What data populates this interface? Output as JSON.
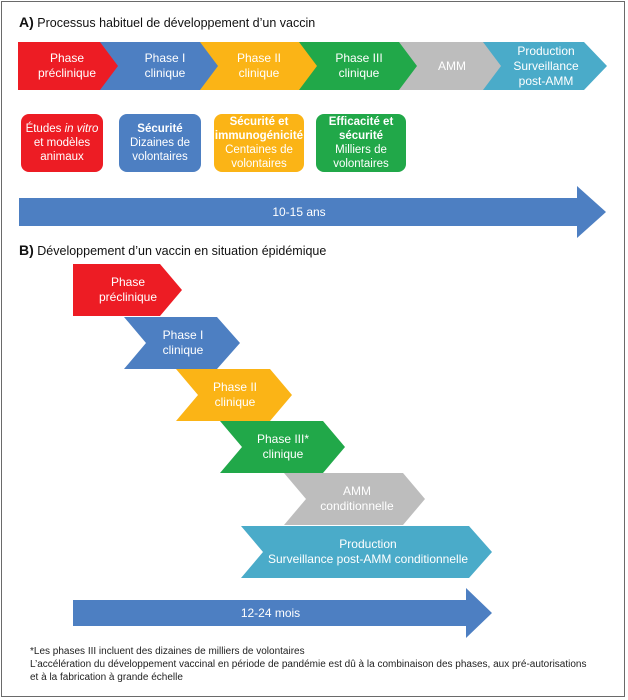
{
  "colors": {
    "red": "#ed1c24",
    "blue": "#4d7fc2",
    "yellow": "#fbb416",
    "green": "#21a849",
    "gray": "#bdbdbd",
    "teal": "#4aabc9"
  },
  "sectionA": {
    "letter": "A)",
    "title": "Processus habituel de développement d’un vaccin",
    "phases": [
      {
        "line1": "Phase",
        "line2": "préclinique",
        "line3": ""
      },
      {
        "line1": "Phase I",
        "line2": "clinique",
        "line3": ""
      },
      {
        "line1": "Phase II",
        "line2": "clinique",
        "line3": ""
      },
      {
        "line1": "Phase III",
        "line2": "clinique",
        "line3": ""
      },
      {
        "line1": "AMM",
        "line2": "",
        "line3": ""
      },
      {
        "line1": "Production",
        "line2": "Surveillance",
        "line3": "post-AMM"
      }
    ],
    "boxes": [
      {
        "pre": "Études ",
        "italic": "in vitro",
        "l2": "et modèles",
        "l3": "animaux"
      },
      {
        "bold1": "Sécurité",
        "bold2": "",
        "l1": "Dizaines de",
        "l2": "volontaires"
      },
      {
        "bold1": "Sécurité et",
        "bold2": "immunogénicité",
        "l1": "Centaines de",
        "l2": "volontaires"
      },
      {
        "bold1": "Efficacité et",
        "bold2": "sécurité",
        "l1": "Milliers de",
        "l2": "volontaires"
      }
    ],
    "duration": "10-15 ans"
  },
  "sectionB": {
    "letter": "B)",
    "title": "Développement d’un vaccin en situation épidémique",
    "phases": [
      {
        "line1": "Phase",
        "line2": "préclinique"
      },
      {
        "line1": "Phase I",
        "line2": "clinique"
      },
      {
        "line1": "Phase II",
        "line2": "clinique"
      },
      {
        "line1": "Phase III*",
        "line2": "clinique"
      },
      {
        "line1": "AMM",
        "line2": "conditionnelle"
      },
      {
        "line1": "Production",
        "line2": "Surveillance post-AMM conditionnelle"
      }
    ],
    "duration": "12-24 mois"
  },
  "footnotes": [
    "*Les phases III incluent des dizaines de milliers de volontaires",
    "L’accélération du développement vaccinal en période de pandémie est dû à la combinaison des phases, aux pré-autorisations",
    "et à la fabrication à grande échelle"
  ]
}
